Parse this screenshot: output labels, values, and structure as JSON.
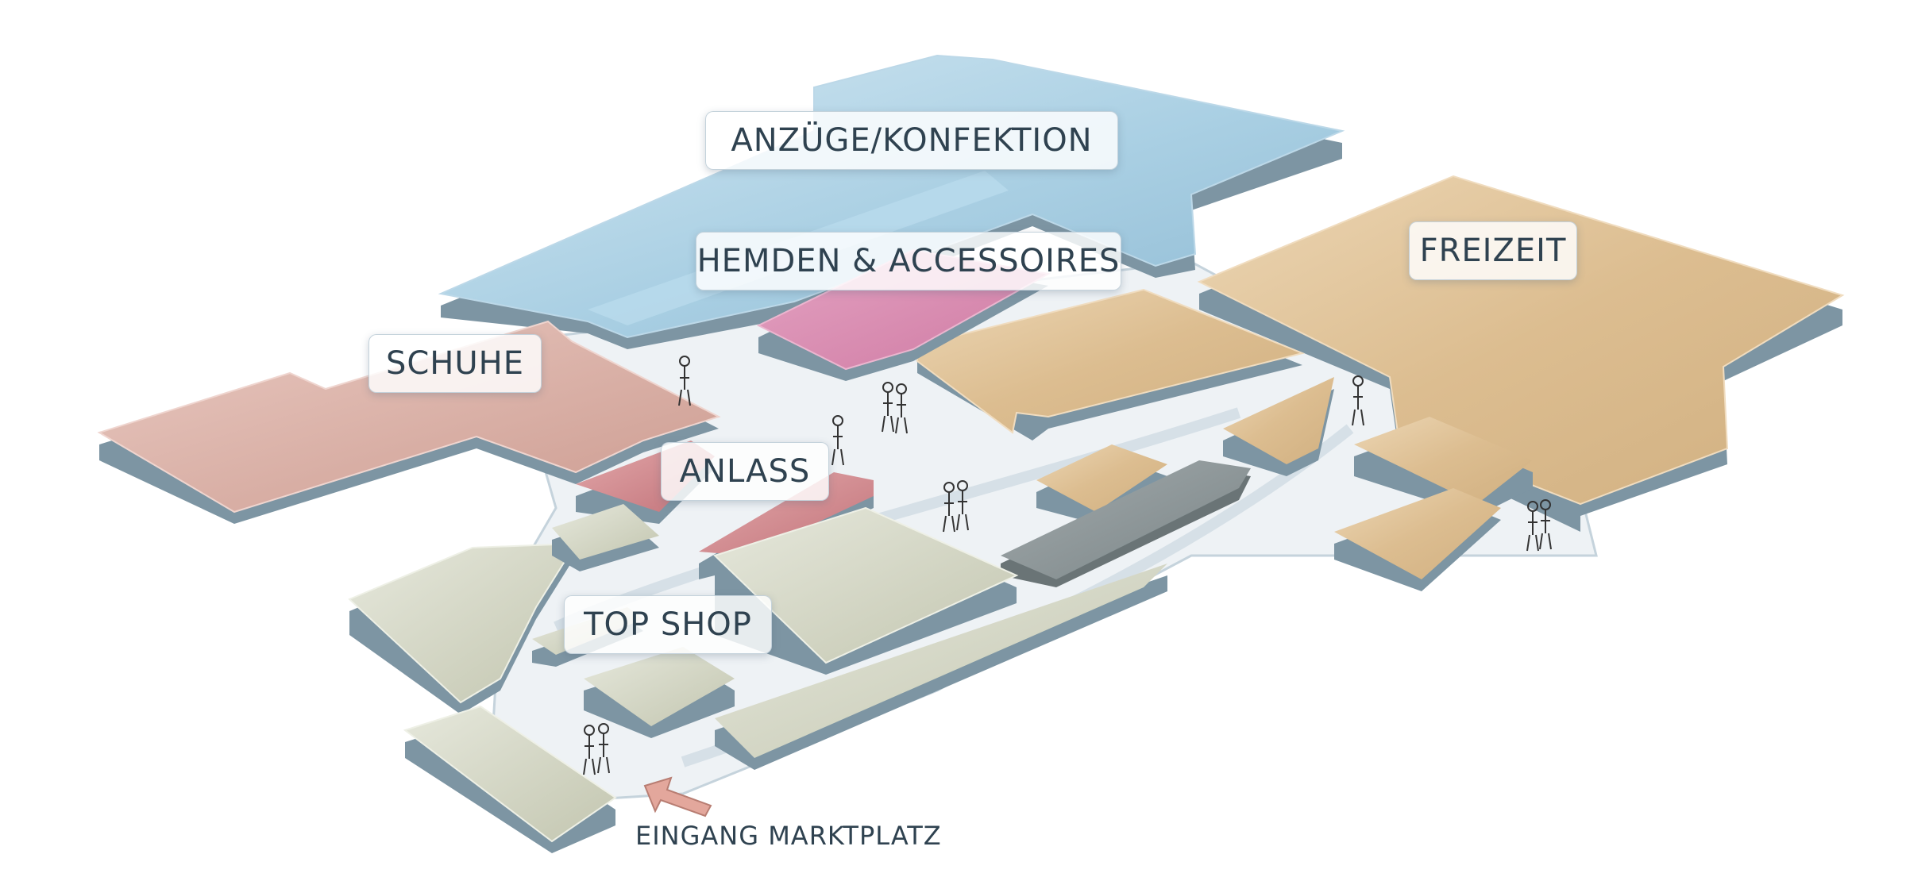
{
  "departments": [
    {
      "id": "anzuege",
      "label": "ANZÜGE/KONFEKTION",
      "color": "#9fc5dc"
    },
    {
      "id": "hemden",
      "label": "HEMDEN & ACCESSOIRES",
      "color": "#d889ad"
    },
    {
      "id": "schuhe",
      "label": "SCHUHE",
      "color": "#d4a79d"
    },
    {
      "id": "anlass",
      "label": "ANLASS",
      "color": "#c98084"
    },
    {
      "id": "top_shop",
      "label": "TOP SHOP",
      "color": "#c9cbb8"
    },
    {
      "id": "freizeit",
      "label": "FREIZEIT",
      "color": "#d9bb8e"
    }
  ],
  "entrance": {
    "label": "EINGANG MARKTPLATZ",
    "arrow_color": "#e3a79c"
  },
  "colors": {
    "block_side": "#7d95a3",
    "walkway": "#eef2f5",
    "walkway_edge": "#c5d3dc",
    "label_text": "#2f4250",
    "gray_block": "#8a9496"
  }
}
